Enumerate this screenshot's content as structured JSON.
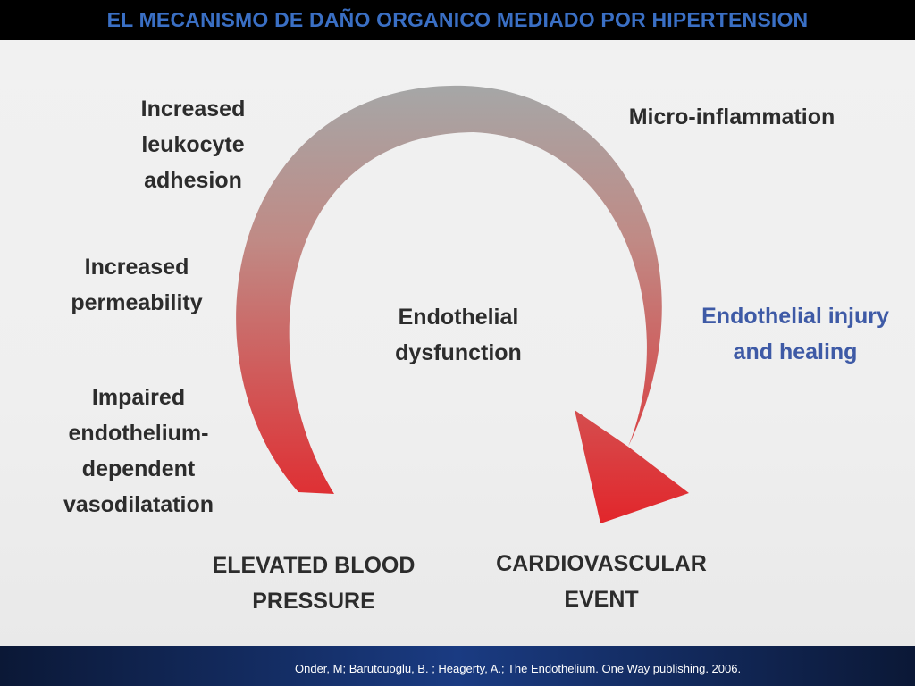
{
  "title": "EL MECANISMO DE DAÑO ORGANICO MEDIADO POR HIPERTENSION",
  "diagram": {
    "center_lines": [
      "Endothelial",
      "dysfunction"
    ],
    "left_labels": {
      "leukocyte": [
        "Increased",
        "leukocyte",
        "adhesion"
      ],
      "permeability": [
        "Increased",
        "permeability"
      ],
      "vasodilatation": [
        "Impaired",
        "endothelium-",
        "dependent",
        "vasodilatation"
      ]
    },
    "right_labels": {
      "micro_inflammation": [
        "Micro-inflammation"
      ],
      "injury_healing": [
        "Endothelial injury",
        "and healing"
      ]
    },
    "start_label": [
      "ELEVATED BLOOD",
      "PRESSURE"
    ],
    "end_label": [
      "CARDIOVASCULAR",
      "EVENT"
    ],
    "colors": {
      "arrow_top": "#a6a6a6",
      "arrow_bottom": "#e2262b",
      "text": "#2c2c2c",
      "highlight_text": "#3e5aa6",
      "title": "#3a6fc4"
    }
  },
  "footer": {
    "citation": "Onder, M; Barutcuoglu, B. ; Heagerty, A.; The Endothelium. One Way publishing. 2006."
  }
}
